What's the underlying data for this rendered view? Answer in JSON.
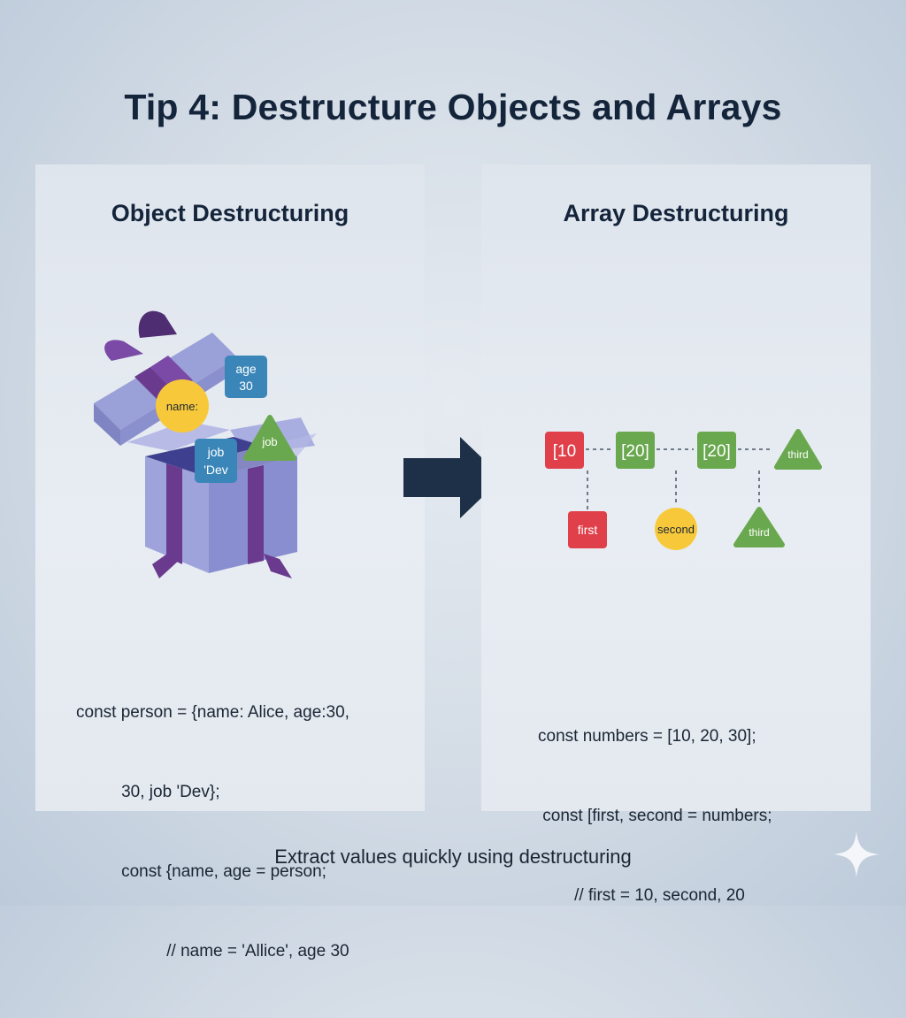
{
  "title": "Tip 4: Destructure Objects and Arrays",
  "left_panel": {
    "heading": "Object Destructuring",
    "tags": {
      "name": "name:",
      "age_key": "age",
      "age_val": "30",
      "job_key": "job",
      "job_val": "'Dev",
      "job_tri": "job"
    },
    "code": [
      "const person = {name: Alice, age:30,",
      "    30, job 'Dev};",
      "    const {name, age = person;",
      "        // name = 'Allice', age 30"
    ]
  },
  "right_panel": {
    "heading": "Array Destructuring",
    "array_items": [
      "[10",
      "[20]",
      "[20]",
      "third"
    ],
    "variables": [
      "first",
      "second",
      "third"
    ],
    "code": [
      "const numbers = [10, 20, 30];",
      " const [first, second = numbers;",
      "    // first = 10, second, 20"
    ]
  },
  "footer": "Extract values quickly using destructuring",
  "colors": {
    "red": "#e0404a",
    "green": "#6aa84f",
    "blue": "#3a86b8",
    "yellow": "#f7c93a",
    "purple": "#6a3a8e",
    "box": "#9a9fd6",
    "arrow": "#1d3047"
  },
  "icons": [
    "gift-box-icon",
    "arrow-right-icon",
    "sparkle-icon"
  ]
}
